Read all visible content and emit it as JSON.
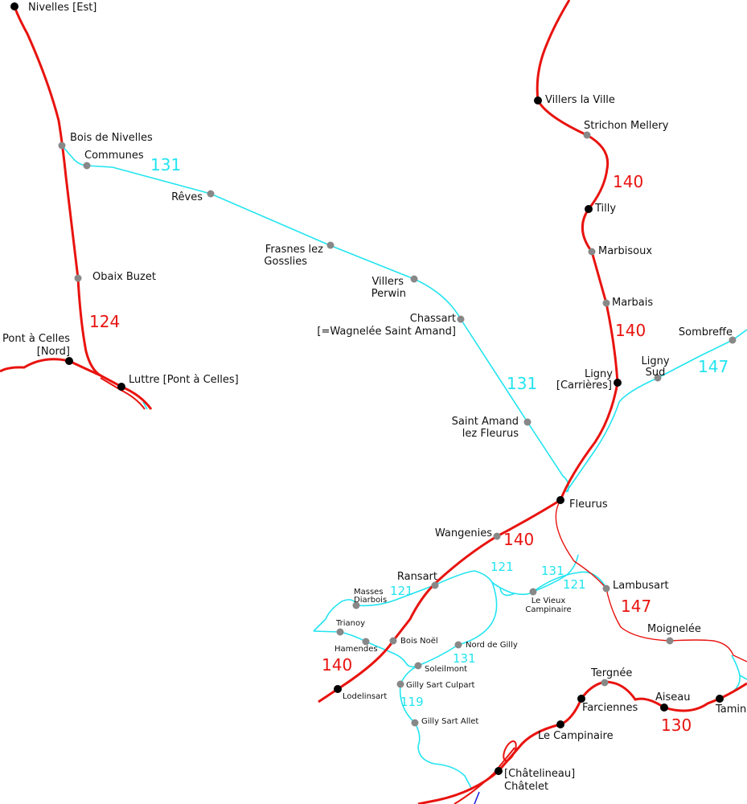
{
  "colors": {
    "main_line": "#e8130f",
    "branch_line": "#22e4f0",
    "major_station": "#000000",
    "minor_station": "#888888"
  },
  "stations": {
    "nivelles_est": "Nivelles [Est]",
    "bois_de_nivelles": "Bois de Nivelles",
    "communes": "Communes",
    "reves": "Rêves",
    "frasnes_1": "Frasnes lez",
    "frasnes_2": "Gosslies",
    "villers_perwin_1": "Villers",
    "villers_perwin_2": "Perwin",
    "chassart_1": "Chassart",
    "chassart_2": "[=Wagnelée Saint Amand]",
    "obaix_buzet": "Obaix Buzet",
    "pont_a_celles_1": "Pont à Celles",
    "pont_a_celles_2": "[Nord]",
    "luttre": "Luttre [Pont à Celles]",
    "villers_la_ville": "Villers la Ville",
    "strichon_mellery": "Strichon Mellery",
    "tilly": "Tilly",
    "marbisoux": "Marbisoux",
    "marbais": "Marbais",
    "sombreffe": "Sombreffe",
    "ligny_sud_1": "Ligny",
    "ligny_sud_2": "Sud",
    "ligny_carrieres_1": "Ligny",
    "ligny_carrieres_2": "[Carrières]",
    "saint_amand_1": "Saint Amand",
    "saint_amand_2": "lez Fleurus",
    "fleurus": "Fleurus",
    "wangenies": "Wangenies",
    "ransart": "Ransart",
    "masses_diarbois_1": "Masses",
    "masses_diarbois_2": "Diarbois",
    "trianoy": "Trianoy",
    "hamendes": "Hamendes",
    "bois_noel": "Bois Noël",
    "nord_de_gilly": "Nord de Gilly",
    "soleilmont": "Soleilmont",
    "gilly_sart_culpart": "Gilly Sart Culpart",
    "gilly_sart_allet": "Gilly Sart Allet",
    "lodelinsart": "Lodelinsart",
    "le_vieux_campinaire_1": "Le Vieux",
    "le_vieux_campinaire_2": "Campinaire",
    "lambusart": "Lambusart",
    "moignelee": "Moignelée",
    "tergnee": "Tergnée",
    "farciennes": "Farciennes",
    "aiseau": "Aiseau",
    "tamines": "Tamines",
    "le_campinaire": "Le Campinaire",
    "chatelineau": "[Châtelineau]",
    "chatelet": "Châtelet"
  },
  "lines": {
    "l131_a": "131",
    "l131_b": "131",
    "l131_c": "131",
    "l131_d": "131",
    "l124": "124",
    "l140_a": "140",
    "l140_b": "140",
    "l140_c": "140",
    "l140_d": "140",
    "l147_a": "147",
    "l147_b": "147",
    "l121_a": "121",
    "l121_b": "121",
    "l121_c": "121",
    "l119": "119",
    "l130": "130"
  }
}
